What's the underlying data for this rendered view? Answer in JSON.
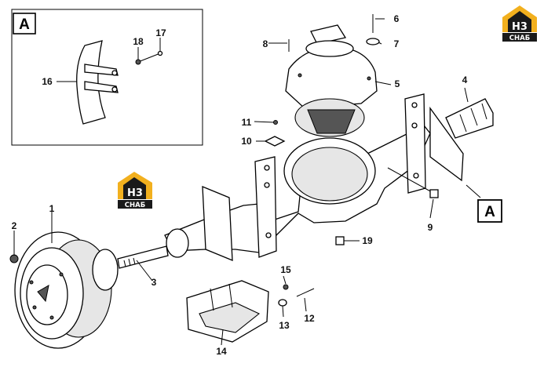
{
  "callouts": [
    {
      "id": "1",
      "text": "1"
    },
    {
      "id": "2",
      "text": "2"
    },
    {
      "id": "3",
      "text": "3"
    },
    {
      "id": "4",
      "text": "4"
    },
    {
      "id": "5",
      "text": "5"
    },
    {
      "id": "6",
      "text": "6"
    },
    {
      "id": "7",
      "text": "7"
    },
    {
      "id": "8",
      "text": "8"
    },
    {
      "id": "9",
      "text": "9"
    },
    {
      "id": "10",
      "text": "10"
    },
    {
      "id": "11",
      "text": "11"
    },
    {
      "id": "12",
      "text": "12"
    },
    {
      "id": "13",
      "text": "13"
    },
    {
      "id": "14",
      "text": "14"
    },
    {
      "id": "15",
      "text": "15"
    },
    {
      "id": "16",
      "text": "16"
    },
    {
      "id": "17",
      "text": "17"
    },
    {
      "id": "18",
      "text": "18"
    },
    {
      "id": "19",
      "text": "19"
    }
  ],
  "detail_label": "A",
  "detail_ref_label": "A",
  "logo": {
    "top": "H3",
    "bottom": "CHAБ",
    "accent": "#f2b01e",
    "ink": "#1a1a1a"
  }
}
